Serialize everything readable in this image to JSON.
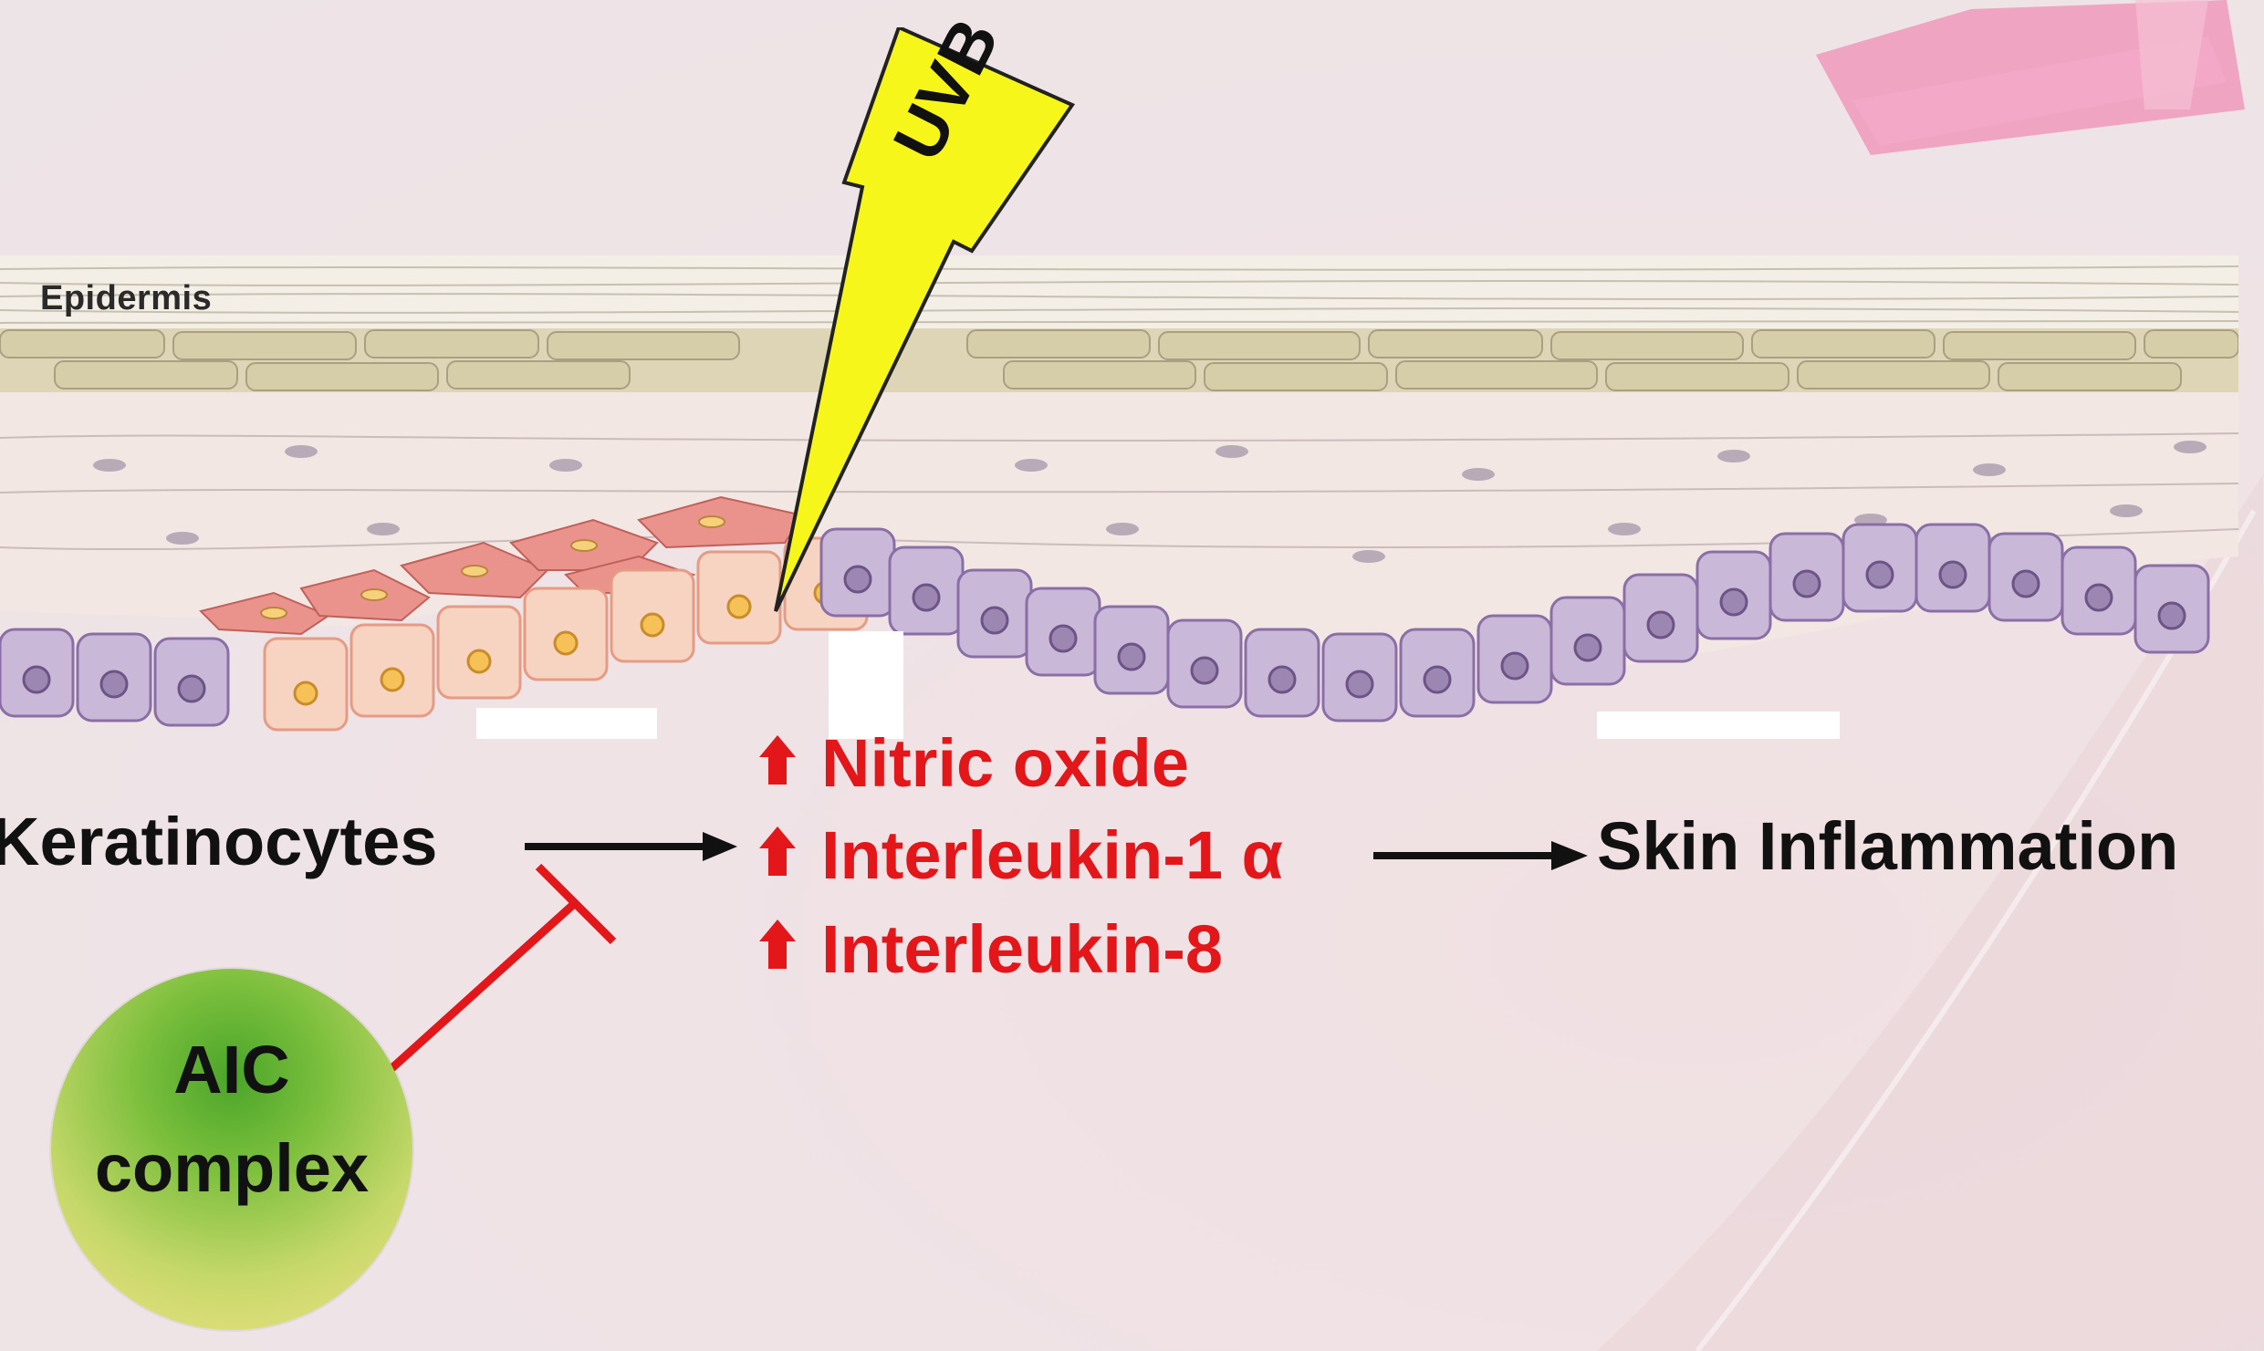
{
  "diagram": {
    "labels": {
      "epidermis": "Epidermis",
      "uvb": "UVB",
      "keratinocytes": "Keratinocytes",
      "skin_inflammation": "Skin Inflammation",
      "aic_line1": "AIC",
      "aic_line2": "complex"
    },
    "mediators": [
      {
        "name": "Nitric oxide"
      },
      {
        "name": "Interleukin-1 α"
      },
      {
        "name": "Interleukin-8"
      }
    ],
    "colors": {
      "mediator_text": "#e3161a",
      "inhibition_line": "#e3161a",
      "arrow": "#111111",
      "lightning_fill": "#f6f61a",
      "basal_cells": "#b9a6c8",
      "damaged_cells": "#f2b9a2"
    }
  }
}
